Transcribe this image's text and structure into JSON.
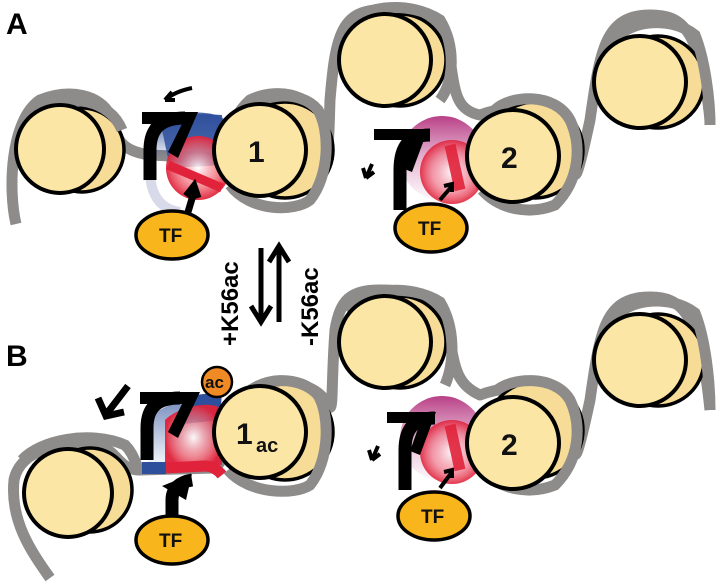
{
  "figure": {
    "panels": [
      {
        "label": "A",
        "nucleosomes": [
          {
            "label": "",
            "sub": ""
          },
          {
            "label": "1",
            "sub": ""
          },
          {
            "label": "",
            "sub": ""
          },
          {
            "label": "2",
            "sub": ""
          },
          {
            "label": "",
            "sub": ""
          }
        ],
        "tf_labels": [
          "TF",
          "TF"
        ]
      },
      {
        "label": "B",
        "nucleosomes": [
          {
            "label": "",
            "sub": ""
          },
          {
            "label": "1",
            "sub": "ac"
          },
          {
            "label": "",
            "sub": ""
          },
          {
            "label": "2",
            "sub": ""
          },
          {
            "label": "",
            "sub": ""
          }
        ],
        "tf_labels": [
          "TF",
          "TF"
        ],
        "modification_badge": "ac"
      }
    ],
    "equilibrium": {
      "forward_label": "+K56ac",
      "reverse_label": "-K56ac"
    },
    "colors": {
      "histone_core": "#fce6a6",
      "dna": "#8e8b8b",
      "transcription_factor": "#f9b51c",
      "acetyl_badge": "#f08a24",
      "promoter_blue": "#2e4f9c",
      "promoter_red": "#e0223a",
      "promoter_magenta": "#c8307a"
    }
  }
}
